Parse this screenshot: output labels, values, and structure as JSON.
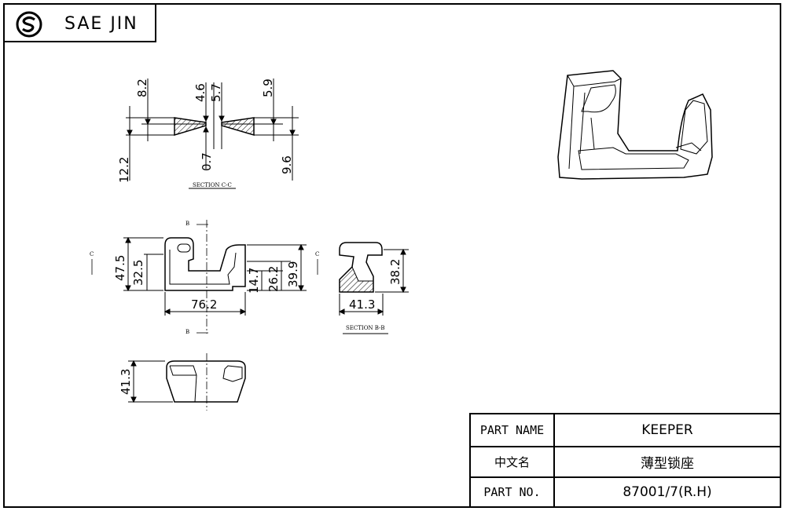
{
  "brand": {
    "name": "SAE JIN",
    "logo_icon": "ss-logo-icon"
  },
  "section_cc": {
    "label": "SECTION C-C",
    "dims": {
      "top_left": "8.2",
      "top_mid_a": "4.6",
      "top_mid_b": "5.7",
      "top_right": "5.9",
      "bottom_left": "12.2",
      "bottom_mid": "0.7",
      "bottom_right": "9.6"
    }
  },
  "front_view": {
    "marker_b": "B",
    "marker_c": "C",
    "dims": {
      "height_total": "47.5",
      "height_inner": "32.5",
      "width": "76.2",
      "h1": "14.7",
      "h2": "26.2",
      "h3": "39.9"
    }
  },
  "section_bb": {
    "label": "SECTION B-B",
    "marker_c": "C",
    "dims": {
      "height": "38.2",
      "width": "41.3"
    }
  },
  "top_view": {
    "dims": {
      "width": "41.3"
    }
  },
  "title_block": {
    "rows": [
      {
        "label": "PART NAME",
        "value": "KEEPER"
      },
      {
        "label": "中文名",
        "value": "薄型锁座"
      },
      {
        "label": "PART NO.",
        "value": "87001/7(R.H)"
      }
    ]
  },
  "colors": {
    "line": "#000000",
    "background": "#ffffff"
  }
}
